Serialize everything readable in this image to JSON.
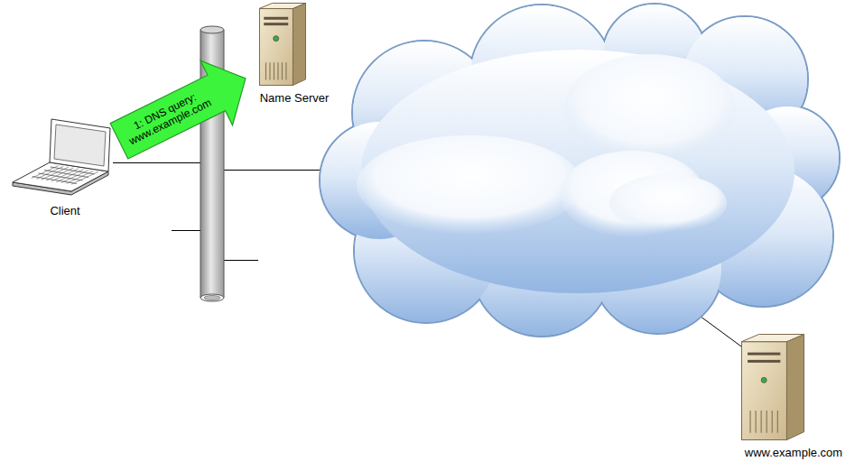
{
  "diagram": {
    "nodes": [
      {
        "text": [
          "Client"
        ]
      },
      {
        "text": [
          "Name Server"
        ]
      },
      {
        "text": [
          "www.example.com"
        ]
      }
    ],
    "edges": [
      {
        "from": 0,
        "to": 1,
        "arrow": "to",
        "label": "1: DNS query: www.example.com"
      }
    ]
  }
}
